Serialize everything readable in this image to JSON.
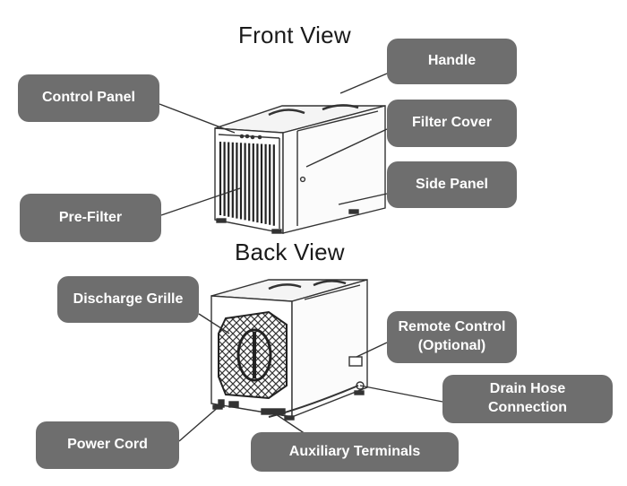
{
  "front_view": {
    "title": "Front View",
    "labels": {
      "handle": "Handle",
      "control_panel": "Control Panel",
      "filter_cover": "Filter Cover",
      "side_panel": "Side Panel",
      "pre_filter": "Pre-Filter"
    }
  },
  "back_view": {
    "title": "Back View",
    "labels": {
      "discharge_grille": "Discharge Grille",
      "remote_control": "Remote Control\n(Optional)",
      "drain_hose": "Drain Hose\nConnection",
      "power_cord": "Power Cord",
      "auxiliary_terminals": "Auxiliary Terminals"
    }
  },
  "colors": {
    "callout_bg": "#6e6e6e",
    "line": "#333333"
  }
}
